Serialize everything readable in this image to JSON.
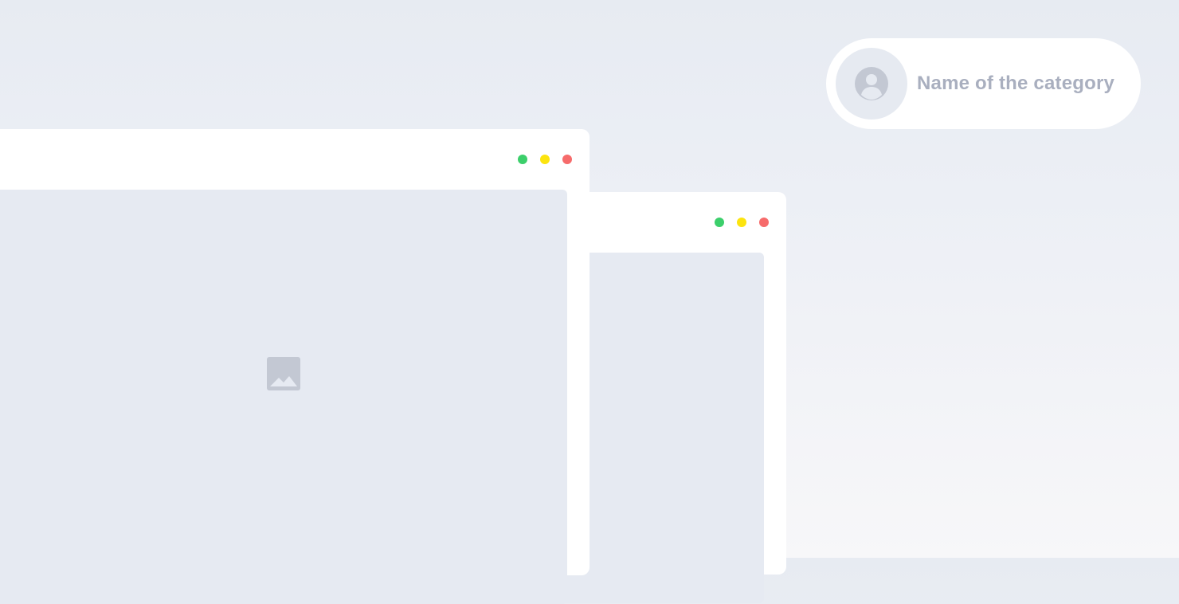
{
  "category_chip": {
    "label": "Name of the category",
    "icon": "user-icon"
  },
  "windows": {
    "front": {
      "controls": [
        "green",
        "yellow",
        "red"
      ],
      "placeholder_icon": "image-icon"
    },
    "back": {
      "controls": [
        "green",
        "yellow",
        "red"
      ]
    }
  },
  "colors": {
    "dot_green": "#3ccf6b",
    "dot_yellow": "#fce40f",
    "dot_red": "#f66b6b",
    "label": "#a9afbf",
    "content_bg": "#e6eaf2",
    "icon_gray": "#c3c8d3"
  }
}
